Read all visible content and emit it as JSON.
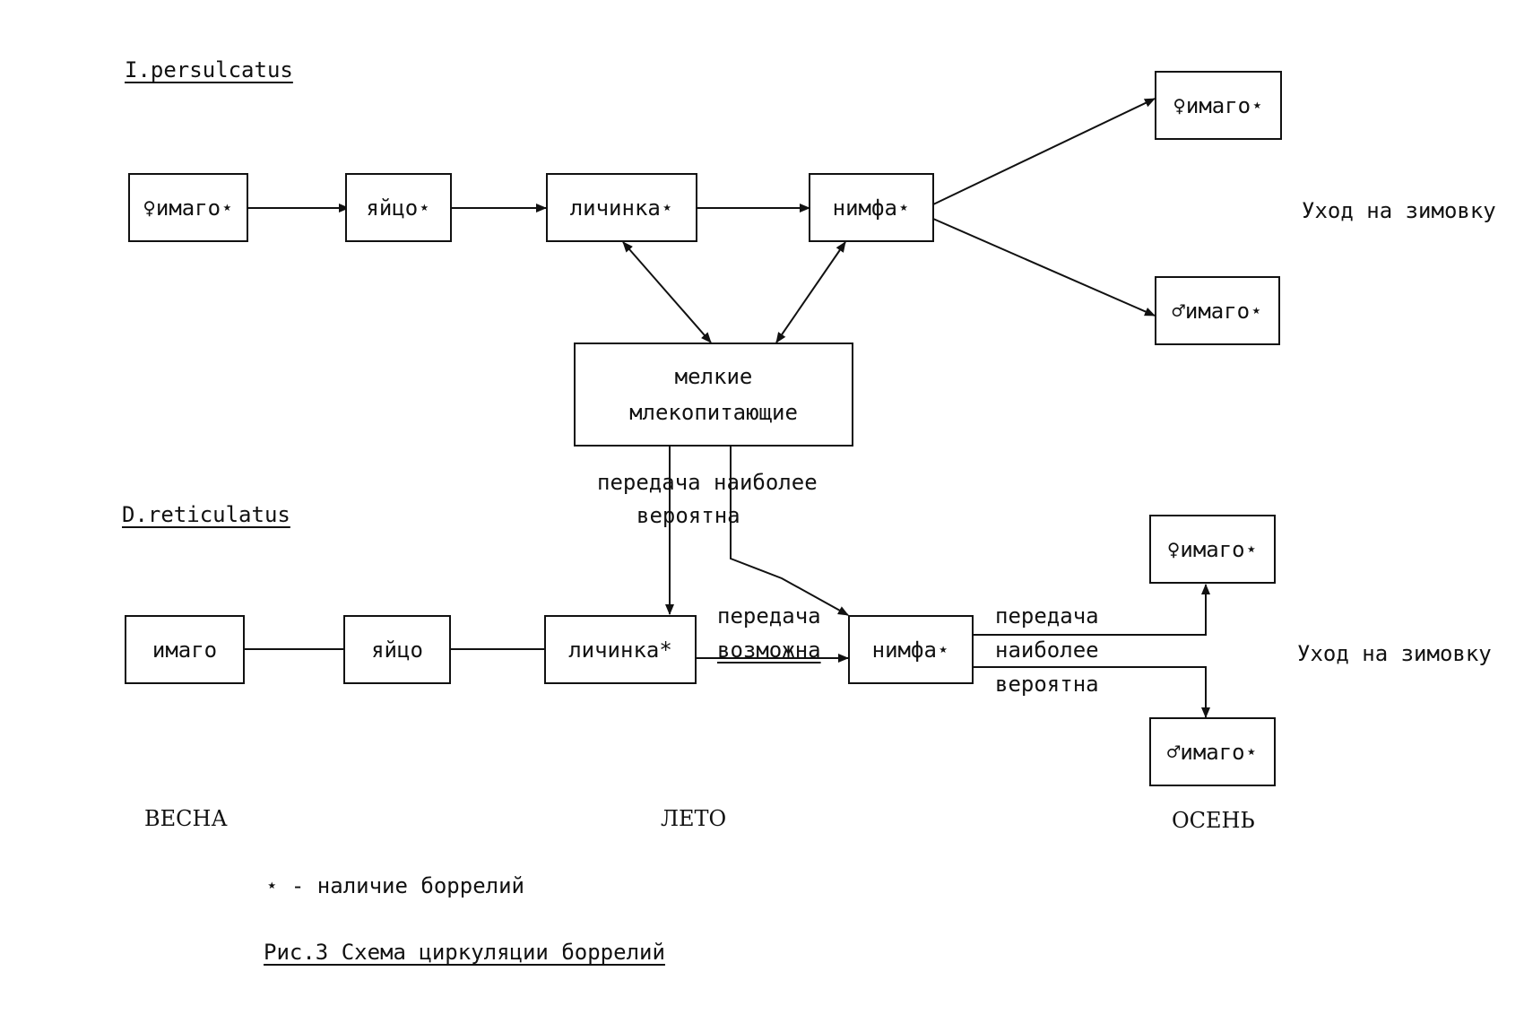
{
  "top": {
    "species": "I.persulcatus",
    "boxes": {
      "female_imago": "♀имаго⋆",
      "egg": "яйцо⋆",
      "larva": "личинка⋆",
      "nymph": "нимфа⋆",
      "female_imago_autumn": "♀имаго⋆",
      "male_imago_autumn": "♂имаго⋆"
    },
    "overwinter": "Уход на зимовку"
  },
  "host": {
    "line1": "мелкие",
    "line2": "млекопитающие"
  },
  "transmission_likely": {
    "line1": "передача наиболее",
    "line2": "вероятна"
  },
  "bottom": {
    "species": "D.reticulatus",
    "boxes": {
      "imago": "имаго",
      "egg": "яйцо",
      "larva": "личинка*",
      "nymph": "нимфа⋆",
      "female_imago_autumn": "♀имаго⋆",
      "male_imago_autumn": "♂имаго⋆"
    },
    "transmission_possible": {
      "line1": "передача",
      "line2": "возможна"
    },
    "transmission_most_likely": {
      "line1": "передача",
      "line2": "наиболее",
      "line3": "вероятна"
    },
    "overwinter": "Уход на зимовку"
  },
  "seasons": {
    "spring": "ВЕСНА",
    "summer": "ЛЕТО",
    "autumn": "ОСЕНЬ"
  },
  "legend": "⋆ - наличие боррелий",
  "caption": "Рис.3 Схема циркуляции боррелий"
}
